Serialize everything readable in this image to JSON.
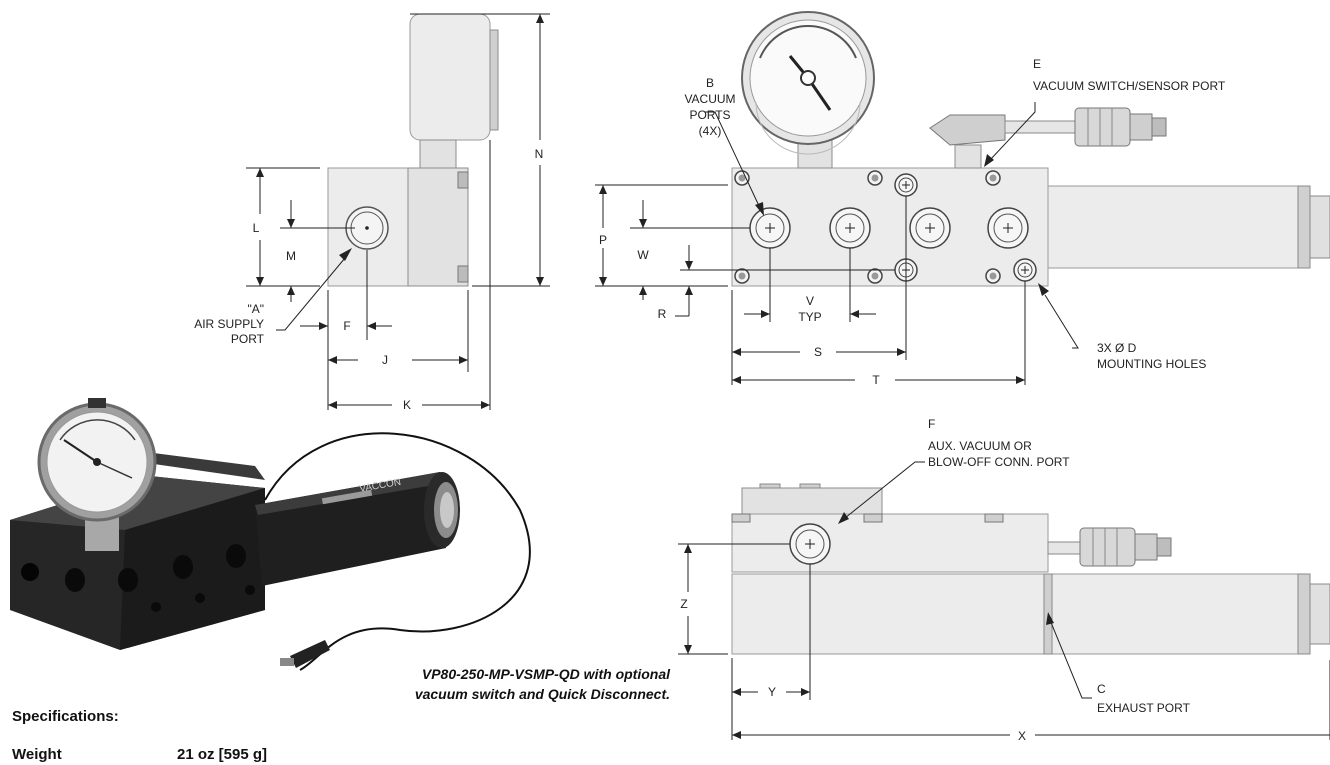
{
  "labels": {
    "B": "B",
    "vacuum": "VACUUM",
    "ports": "PORTS",
    "count4": "(4X)",
    "E": "E",
    "vacuum_switch": "VACUUM SWITCH/SENSOR PORT",
    "L": "L",
    "M": "M",
    "N": "N",
    "P": "P",
    "W": "W",
    "R": "R",
    "A": "\"A\"",
    "air_supply": "AIR SUPPLY",
    "port": "PORT",
    "F_dim": "F",
    "J": "J",
    "K": "K",
    "V": "V",
    "typ": "TYP",
    "S": "S",
    "T": "T",
    "holes_count": "3X Ø D",
    "mounting_holes": "MOUNTING HOLES",
    "F_title": "F",
    "aux1": "AUX. VACUUM OR",
    "aux2": "BLOW-OFF CONN. PORT",
    "Z": "Z",
    "Y": "Y",
    "C": "C",
    "exhaust": "EXHAUST PORT",
    "X": "X"
  },
  "caption": {
    "line1": "VP80-250-MP-VSMP-QD with optional",
    "line2": "vacuum switch and Quick Disconnect."
  },
  "specs": {
    "title": "Specifications:",
    "weight_label": "Weight",
    "weight_value": "21 oz [595 g]"
  }
}
